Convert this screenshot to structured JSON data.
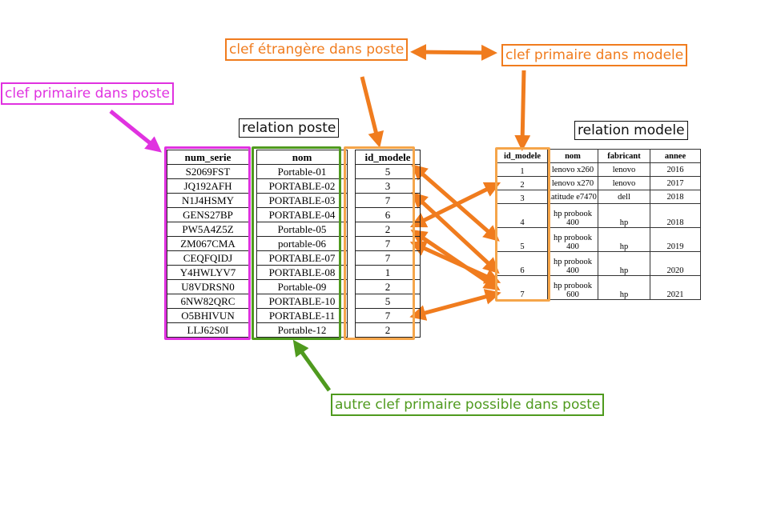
{
  "callouts": {
    "pk_poste": "clef primaire dans poste",
    "fk": "clef étrangère dans poste",
    "pk_modele": "clef primaire dans modele",
    "alt_key": "autre clef  primaire possible dans poste"
  },
  "relations": {
    "poste": {
      "title": "relation poste",
      "headers": [
        "num_serie",
        "nom",
        "id_modele"
      ],
      "rows": [
        [
          "S2069FST",
          "Portable-01",
          "5"
        ],
        [
          "JQ192AFH",
          "PORTABLE-02",
          "3"
        ],
        [
          "N1J4HSMY",
          "PORTABLE-03",
          "7"
        ],
        [
          "GENS27BP",
          "PORTABLE-04",
          "6"
        ],
        [
          "PW5A4Z5Z",
          "Portable-05",
          "2"
        ],
        [
          "ZM067CMA",
          "portable-06",
          "7"
        ],
        [
          "CEQFQIDJ",
          "PORTABLE-07",
          "7"
        ],
        [
          "Y4HWLYV7",
          "PORTABLE-08",
          "1"
        ],
        [
          "U8VDRSN0",
          "Portable-09",
          "2"
        ],
        [
          "6NW82QRC",
          "PORTABLE-10",
          "5"
        ],
        [
          "O5BHIVUN",
          "PORTABLE-11",
          "7"
        ],
        [
          "LLJ62S0I",
          "Portable-12",
          "2"
        ]
      ]
    },
    "modele": {
      "title": "relation modele",
      "headers": [
        "id_modele",
        "nom",
        "fabricant",
        "annee"
      ],
      "rows": [
        [
          "1",
          "lenovo x260",
          "lenovo",
          "2016"
        ],
        [
          "2",
          "lenovo x270",
          "lenovo",
          "2017"
        ],
        [
          "3",
          "latitude e7470",
          "dell",
          "2018"
        ],
        [
          "4",
          "hp probook 400",
          "hp",
          "2018"
        ],
        [
          "5",
          "hp probook 400",
          "hp",
          "2019"
        ],
        [
          "6",
          "hp probook 400",
          "hp",
          "2020"
        ],
        [
          "7",
          "hp probook 600",
          "hp",
          "2021"
        ]
      ]
    }
  },
  "colors": {
    "magenta": "#e032e0",
    "orange": "#f07c1e",
    "green": "#4f9a1e",
    "light_orange": "#f5a54a"
  }
}
